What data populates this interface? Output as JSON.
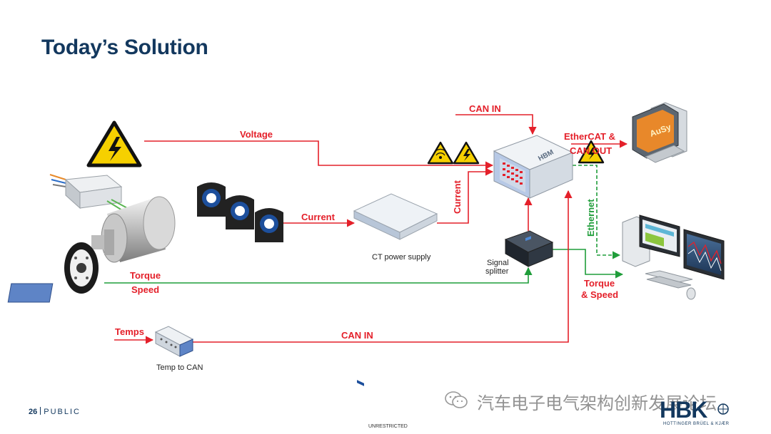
{
  "slide": {
    "title": "Today’s Solution",
    "page_number": "26",
    "classification": "PUBLIC",
    "unrestricted": "UNRESTRICTED",
    "watermark": "汽车电子电气架构创新发展论坛",
    "logo": "HBK",
    "logo_sub": "HOTTINGER BRÜEL & KJÆR"
  },
  "labels": {
    "voltage": "Voltage",
    "can_in_top": "CAN IN",
    "ethercat_line1": "EtherCAT &",
    "ethercat_line2": "CAN OUT",
    "current_left": "Current",
    "current_vertical": "Current",
    "ct_power_supply": "CT power supply",
    "signal_line1": "Signal",
    "signal_line2": "splitter",
    "ethernet": "Ethernet",
    "torque": "Torque",
    "speed": "Speed",
    "torque_speed_line1": "Torque",
    "torque_speed_line2": "& Speed",
    "temps": "Temps",
    "can_in_bottom": "CAN IN",
    "temp_to_can": "Temp to CAN",
    "daq_brand": "HBM",
    "monitor_brand": "AuSy"
  },
  "colors": {
    "title": "#13385e",
    "red_line": "#e4202a",
    "green_line": "#1f9d3a",
    "warning_yellow": "#f6d000",
    "sensor_blue": "#1d4f9c"
  },
  "icons": {
    "warning": "high-voltage-warning-icon",
    "wireless_warning": "wireless-warning-icon"
  }
}
